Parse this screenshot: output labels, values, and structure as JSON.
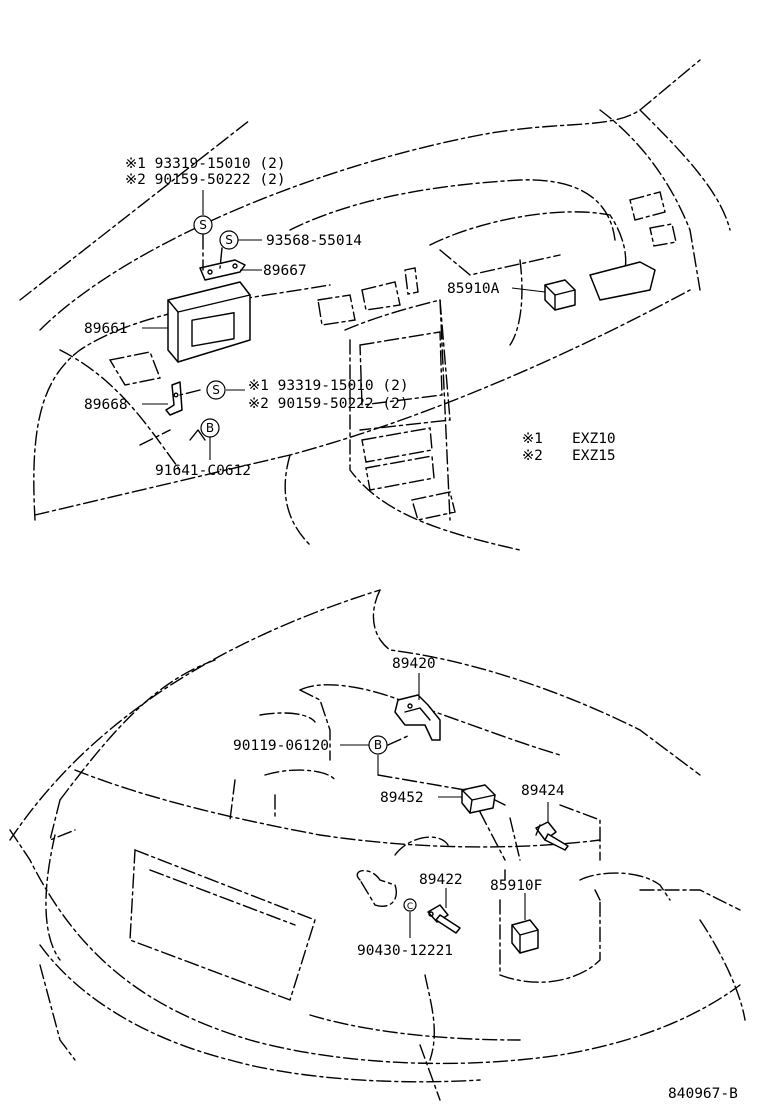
{
  "top_section": {
    "callout_s1_line1": "※1 93319-15010 (2)",
    "callout_s1_line2": "※2 90159-50222 (2)",
    "screw_symbol": "S",
    "bolt_symbol": "B",
    "part_93568": "93568-55014",
    "part_89667": "89667",
    "part_89661": "89661",
    "part_85910a": "85910A",
    "callout_s2_line1": "※1 93319-15010 (2)",
    "callout_s2_line2": "※2 90159-50222 (2)",
    "part_89668": "89668",
    "part_91641": "91641-C0612",
    "legend_1_mark": "※1",
    "legend_1_code": "EXZ10",
    "legend_2_mark": "※2",
    "legend_2_code": "EXZ15"
  },
  "bottom_section": {
    "part_89420": "89420",
    "part_90119": "90119-06120",
    "bolt_symbol": "B",
    "part_89452": "89452",
    "part_89424": "89424",
    "part_89422": "89422",
    "part_85910f": "85910F",
    "clip_symbol": "C",
    "part_90430": "90430-12221"
  },
  "figure_id": "840967-B"
}
